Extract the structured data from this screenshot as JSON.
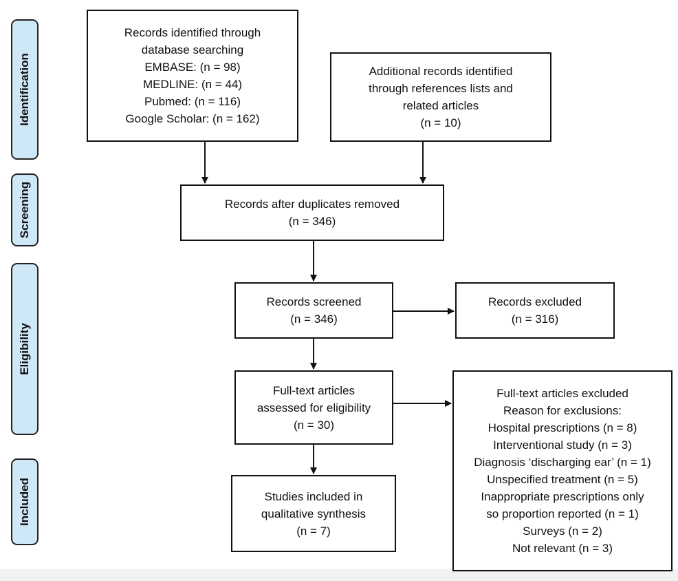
{
  "stages": [
    {
      "id": "identification",
      "label": "Identification"
    },
    {
      "id": "screening",
      "label": "Screening"
    },
    {
      "id": "eligibility",
      "label": "Eligibility"
    },
    {
      "id": "included",
      "label": "Included"
    }
  ],
  "boxes": {
    "database_search": {
      "lines": [
        "Records identified through",
        "database searching",
        "EMBASE: (n = 98)",
        "MEDLINE: (n = 44)",
        "Pubmed: (n = 116)",
        "Google Scholar: (n = 162)"
      ]
    },
    "additional_records": {
      "lines": [
        "Additional records identified",
        "through references lists and",
        "related articles",
        "(n = 10)"
      ]
    },
    "duplicates_removed": {
      "lines": [
        "Records after duplicates removed",
        "(n = 346)"
      ]
    },
    "records_screened": {
      "lines": [
        "Records screened",
        "(n = 346)"
      ]
    },
    "records_excluded": {
      "lines": [
        "Records excluded",
        "(n = 316)"
      ]
    },
    "fulltext_assessed": {
      "lines": [
        "Full-text articles",
        "assessed for eligibility",
        "(n = 30)"
      ]
    },
    "fulltext_excluded": {
      "lines": [
        "Full-text articles excluded",
        "Reason for exclusions:",
        "Hospital prescriptions (n = 8)",
        "Interventional study (n = 3)",
        "Diagnosis ‘discharging ear’ (n = 1)",
        "Unspecified treatment (n = 5)",
        "Inappropriate prescriptions only",
        "so proportion reported (n = 1)",
        "Surveys (n = 2)",
        "Not relevant (n = 3)"
      ]
    },
    "studies_included": {
      "lines": [
        "Studies included in",
        "qualitative synthesis",
        "(n = 7)"
      ]
    }
  },
  "colors": {
    "stage_fill": "#cfe8f8",
    "box_border": "#111111",
    "arrow": "#111111"
  }
}
